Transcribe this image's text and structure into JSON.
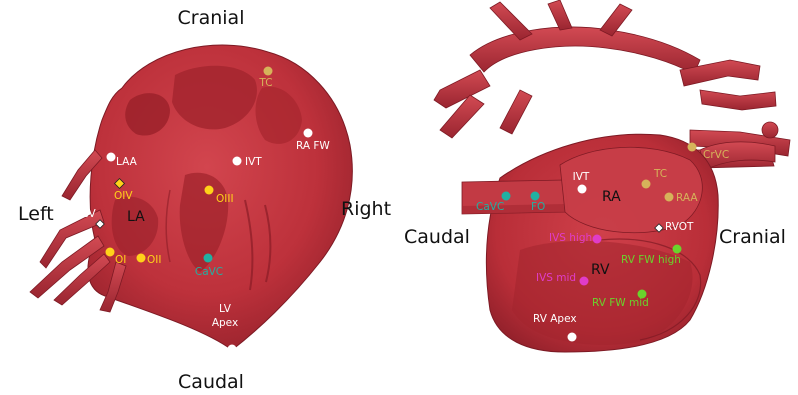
{
  "colors": {
    "tissue": "#c4343e",
    "tissue_dark": "#8e1f29",
    "white": "#ffffff",
    "yellow": "#ffd21a",
    "tan": "#d6b35a",
    "teal": "#22b0a2",
    "magenta": "#e03cc8",
    "green": "#6ad32c"
  },
  "left_view": {
    "orientation": {
      "top": "Cranial",
      "bottom": "Caudal",
      "left": "Left",
      "right": "Right"
    },
    "labels": {
      "tc": "TC",
      "ra_fw": "RA FW",
      "laa": "LAA",
      "ivt": "IVT",
      "oiv": "OIV",
      "oiii": "OIII",
      "gcv": "GCV",
      "la": "LA",
      "oi": "OI",
      "oii": "OII",
      "cavc": "CaVC",
      "lv_apex_1": "LV",
      "lv_apex_2": "Apex"
    }
  },
  "right_view": {
    "orientation": {
      "left": "Caudal",
      "right": "Cranial"
    },
    "labels": {
      "crvc": "CrVC",
      "ivt": "IVT",
      "tc": "TC",
      "raa": "RAA",
      "cavc": "CaVC",
      "fo": "FO",
      "ra": "RA",
      "rvot": "RVOT",
      "ivs_high": "IVS high",
      "rv_fw_high": "RV FW high",
      "rv": "RV",
      "ivs_mid": "IVS mid",
      "rv_fw_mid": "RV FW mid",
      "rv_apex": "RV Apex"
    }
  }
}
